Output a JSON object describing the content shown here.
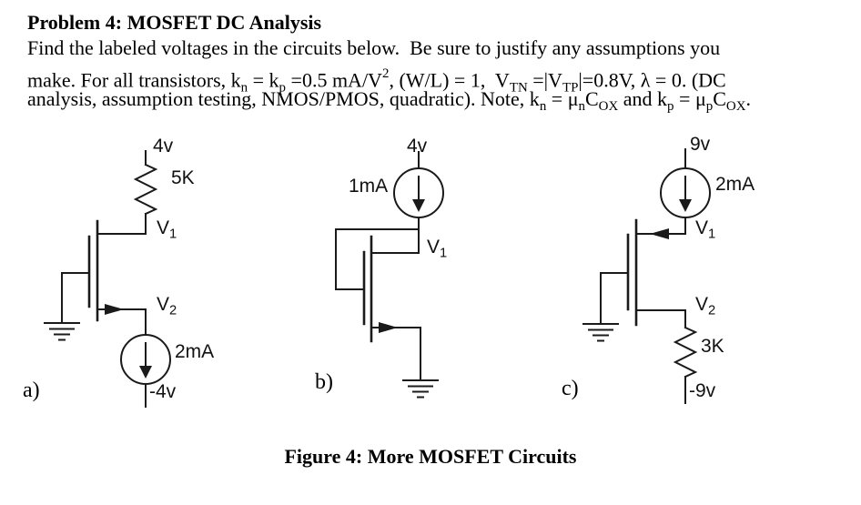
{
  "document": {
    "title": "Problem 4: MOSFET DC Analysis",
    "body_line1": "Find the labeled voltages in the circuits below.  Be sure to justify any assumptions you",
    "body_line2": [
      {
        "t": "make. For all transistors, k"
      },
      {
        "sub": "n"
      },
      {
        "t": " = k"
      },
      {
        "sub": "p"
      },
      {
        "t": " =0.5 mA/V"
      },
      {
        "sup": "2"
      },
      {
        "t": ", (W/L) = 1,  V"
      },
      {
        "sub": "TN"
      },
      {
        "t": " =|V"
      },
      {
        "sub": "TP"
      },
      {
        "t": "|=0.8V, λ = 0. (DC"
      }
    ],
    "body_line3": [
      {
        "t": "analysis, assumption testing, NMOS/PMOS, quadratic). Note, k"
      },
      {
        "sub": "n"
      },
      {
        "t": " = μ"
      },
      {
        "sub": "n"
      },
      {
        "t": "C"
      },
      {
        "sub": "OX"
      },
      {
        "t": " and k"
      },
      {
        "sub": "p"
      },
      {
        "t": " = μ"
      },
      {
        "sub": "p"
      },
      {
        "t": "C"
      },
      {
        "sub": "OX"
      },
      {
        "t": "."
      }
    ],
    "caption": "Figure 4: More MOSFET Circuits"
  },
  "circuits": {
    "a": {
      "label": "a)",
      "top_supply": "4v",
      "resistor_value": "5K",
      "node_v1": [
        {
          "t": "V"
        },
        {
          "sub": "1"
        }
      ],
      "node_v2": [
        {
          "t": "V"
        },
        {
          "sub": "2"
        }
      ],
      "current_source_value": "2mA",
      "bottom_supply": "-4v",
      "transistor_type": "NMOS"
    },
    "b": {
      "label": "b)",
      "top_supply": "4v",
      "current_source_value": "1mA",
      "node_v1": [
        {
          "t": "V"
        },
        {
          "sub": "1"
        }
      ],
      "transistor_type": "NMOS diode-connected"
    },
    "c": {
      "label": "c)",
      "top_supply": "9v",
      "current_source_value": "2mA",
      "node_v1": [
        {
          "t": "V"
        },
        {
          "sub": "1"
        }
      ],
      "node_v2": [
        {
          "t": "V"
        },
        {
          "sub": "2"
        }
      ],
      "resistor_value": "3K",
      "bottom_supply": "-9v",
      "transistor_type": "PMOS"
    }
  }
}
